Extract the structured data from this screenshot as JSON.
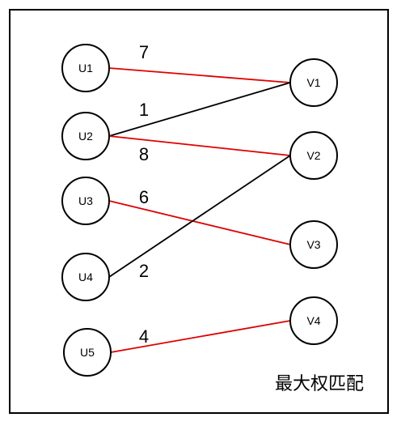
{
  "nodes": [
    {
      "id": "U1",
      "label": "U1"
    },
    {
      "id": "U2",
      "label": "U2"
    },
    {
      "id": "U3",
      "label": "U3"
    },
    {
      "id": "U4",
      "label": "U4"
    },
    {
      "id": "U5",
      "label": "U5"
    },
    {
      "id": "V1",
      "label": "V1"
    },
    {
      "id": "V2",
      "label": "V2"
    },
    {
      "id": "V3",
      "label": "V3"
    },
    {
      "id": "V4",
      "label": "V4"
    }
  ],
  "edges": [
    {
      "from": "U1",
      "to": "V1",
      "weight": "7",
      "matched": true
    },
    {
      "from": "U2",
      "to": "V1",
      "weight": "1",
      "matched": false
    },
    {
      "from": "U2",
      "to": "V2",
      "weight": "8",
      "matched": true
    },
    {
      "from": "U3",
      "to": "V3",
      "weight": "6",
      "matched": true
    },
    {
      "from": "U4",
      "to": "V2",
      "weight": "2",
      "matched": false
    },
    {
      "from": "U5",
      "to": "V4",
      "weight": "4",
      "matched": true
    }
  ],
  "colors": {
    "matched": "#e00000",
    "unmatched": "#000000"
  },
  "caption": "最大权匹配"
}
